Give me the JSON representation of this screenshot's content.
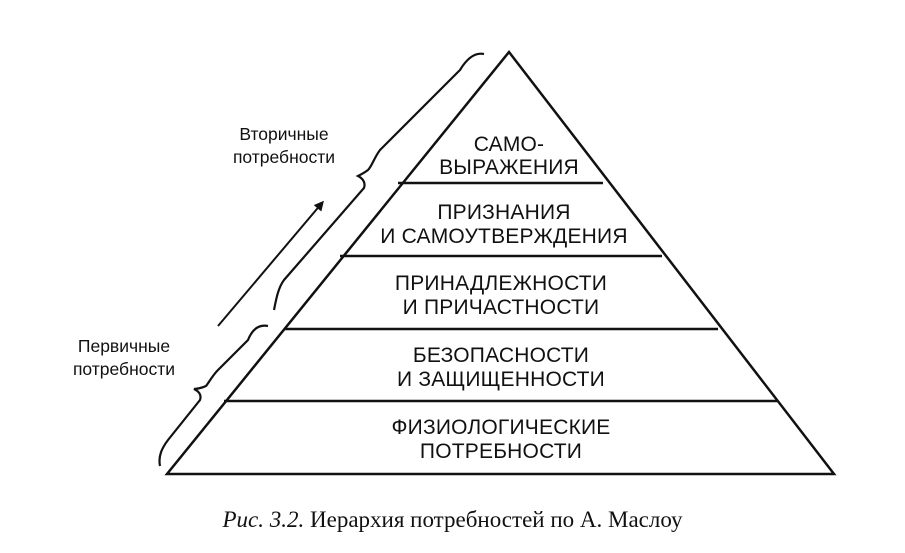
{
  "levels": [
    {
      "line1": "САМО-",
      "line2": "ВЫРАЖЕНИЯ"
    },
    {
      "line1": "ПРИЗНАНИЯ",
      "line2": "И САМОУТВЕРЖДЕНИЯ"
    },
    {
      "line1": "ПРИНАДЛЕЖНОСТИ",
      "line2": "И ПРИЧАСТНОСТИ"
    },
    {
      "line1": "БЕЗОПАСНОСТИ",
      "line2": "И ЗАЩИЩЕННОСТИ"
    },
    {
      "line1": "ФИЗИОЛОГИЧЕСКИЕ",
      "line2": "ПОТРЕБНОСТИ"
    }
  ],
  "secondary": {
    "line1": "Вторичные",
    "line2": "потребности"
  },
  "primary": {
    "line1": "Первичные",
    "line2": "потребности"
  },
  "caption": {
    "prefix": "Рис. 3.2.",
    "text": " Иерархия потребностей по А. Маслоу"
  }
}
